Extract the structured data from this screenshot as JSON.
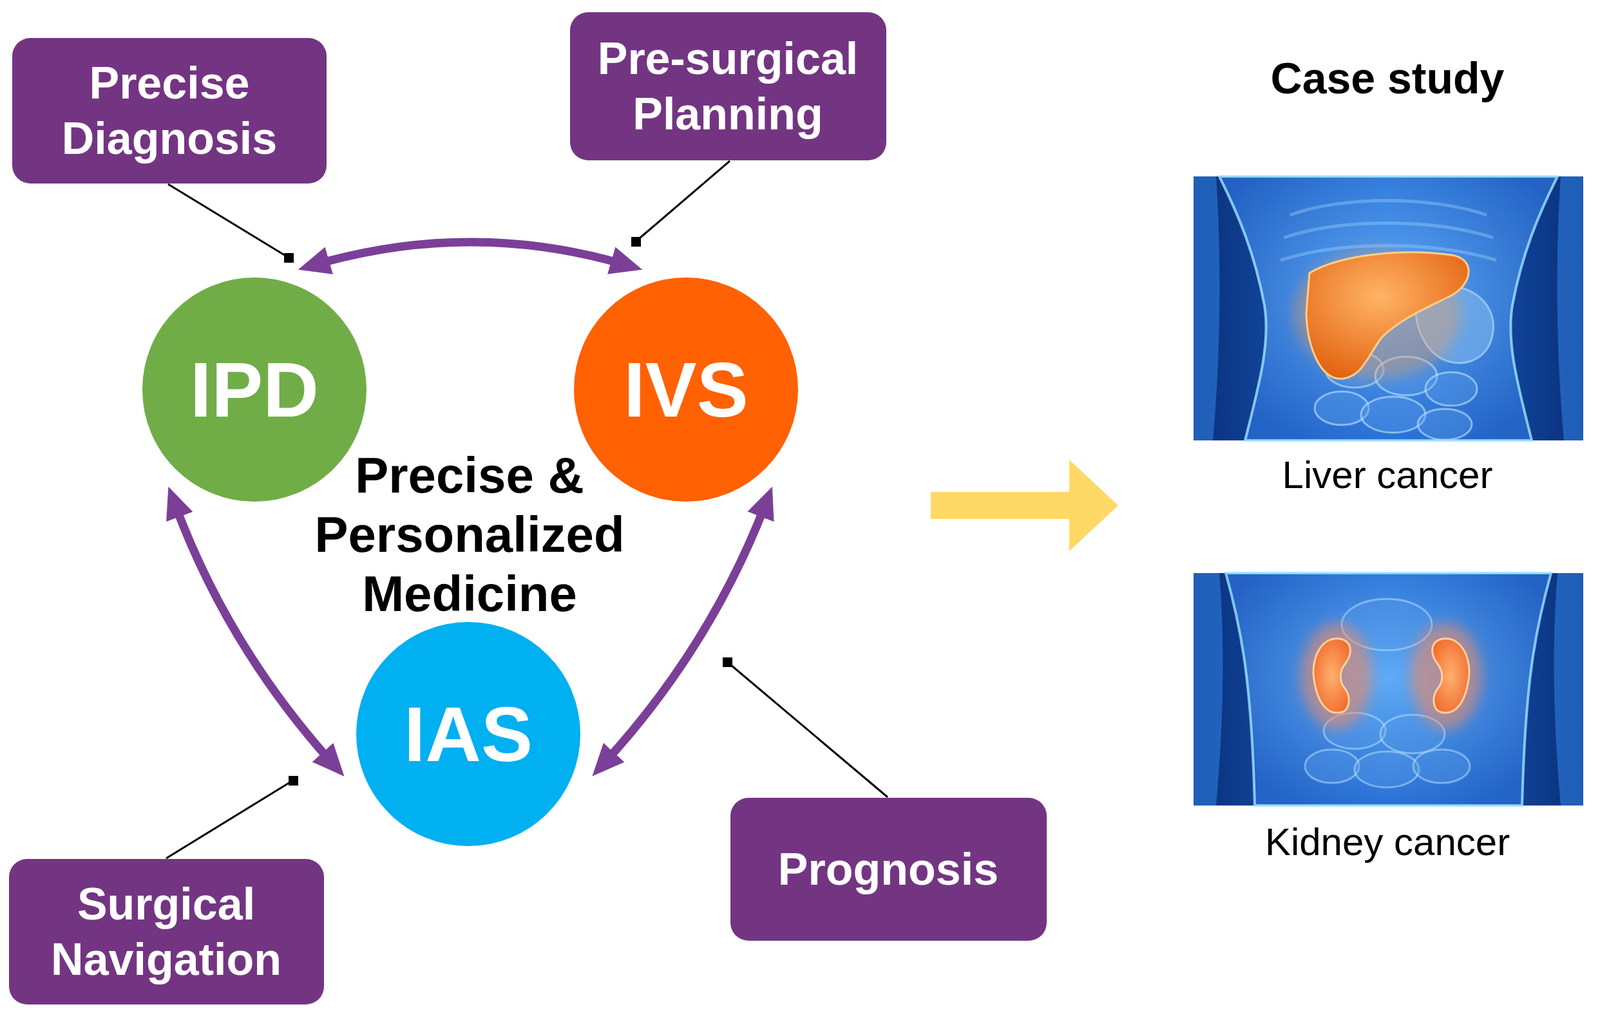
{
  "diagram": {
    "nodes": [
      {
        "text": [
          "Precise Diagnosis"
        ]
      },
      {
        "text": [
          "Pre-surgical Planning"
        ]
      },
      {
        "text": [
          "Precise & Personalized Medicine"
        ]
      },
      {
        "text": [
          "IPD"
        ],
        "in": 2
      },
      {
        "text": [
          "IVS"
        ],
        "in": 2
      },
      {
        "text": [
          "IAS"
        ],
        "in": 2
      },
      {
        "text": [
          "Surgical Navigation"
        ]
      },
      {
        "text": [
          "Prognosis"
        ]
      }
    ],
    "edges": [
      {
        "from": 3,
        "to": 4,
        "arrow": "both"
      },
      {
        "from": 3,
        "to": 5,
        "arrow": "both"
      },
      {
        "from": 4,
        "to": 5,
        "arrow": "both"
      }
    ],
    "labels": [
      "Case study",
      "Liver cancer",
      "Kidney cancer"
    ]
  }
}
